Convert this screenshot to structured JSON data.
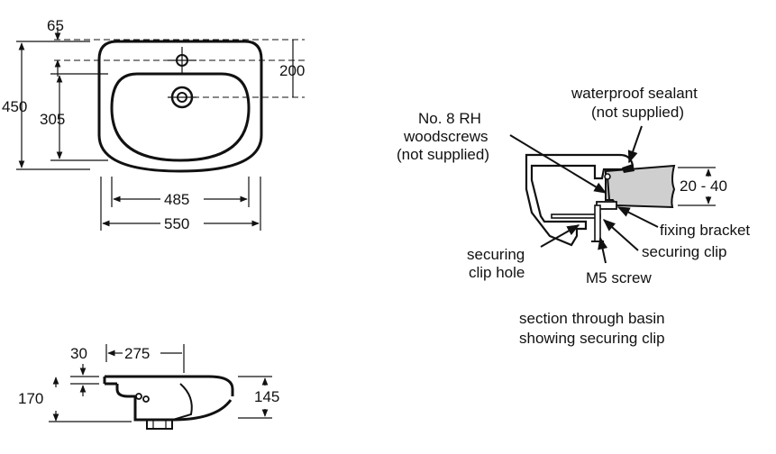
{
  "plan_view": {
    "dim_65": "65",
    "dim_200": "200",
    "dim_450": "450",
    "dim_305": "305",
    "dim_485": "485",
    "dim_550": "550"
  },
  "side_view": {
    "dim_30": "30",
    "dim_275": "275",
    "dim_170": "170",
    "dim_145": "145"
  },
  "section_view": {
    "sealant_line1": "waterproof sealant",
    "sealant_line2": "(not supplied)",
    "screws_line1": "No. 8 RH",
    "screws_line2": "woodscrews",
    "screws_line3": "(not supplied)",
    "worktop_thickness": "20 - 40",
    "fixing_bracket": "fixing bracket",
    "securing_clip": "securing clip",
    "clip_hole_line1": "securing",
    "clip_hole_line2": "clip hole",
    "m5_screw": "M5 screw",
    "caption_line1": "section through basin",
    "caption_line2": "showing securing clip"
  }
}
